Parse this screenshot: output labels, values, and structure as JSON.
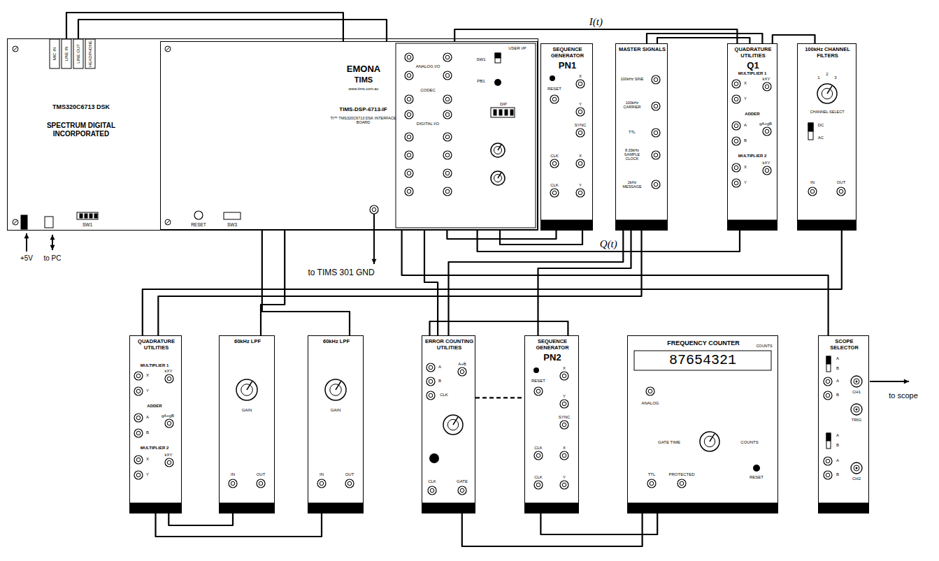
{
  "diagram": {
    "nodes": [
      {
        "text": [
          "TMS320C6713 DSK",
          "SPECTRUM DIGITAL INCORPORATED"
        ]
      },
      {
        "text": [
          "TIMS-DSP-6713-IF",
          "TI™ TMS320C6713 DSK INTERFACE BOARD"
        ],
        "in": 0
      },
      {
        "text": [
          "SEQUENCE GENERATOR",
          "PN1"
        ]
      },
      {
        "text": [
          "MASTER SIGNALS"
        ]
      },
      {
        "text": [
          "QUADRATURE UTILITIES",
          "Q1"
        ]
      },
      {
        "text": [
          "100kHz CHANNEL FILTERS"
        ]
      },
      {
        "text": [
          "QUADRATURE UTILITIES"
        ]
      },
      {
        "text": [
          "60kHz LPF"
        ]
      },
      {
        "text": [
          "60kHz LPF"
        ]
      },
      {
        "text": [
          "ERROR COUNTING UTILITIES"
        ]
      },
      {
        "text": [
          "SEQUENCE GENERATOR",
          "PN2"
        ]
      },
      {
        "text": [
          "FREQUENCY COUNTER"
        ]
      },
      {
        "text": [
          "SCOPE SELECTOR"
        ]
      }
    ],
    "edges": [
      {
        "from": 0,
        "to": 1,
        "arrow": "none"
      },
      {
        "from": 0,
        "to": 1,
        "arrow": "none"
      },
      {
        "from": 1,
        "to": 4,
        "label": "I(t)",
        "arrow": "none"
      },
      {
        "from": 1,
        "to": 4,
        "label": "Q(t)",
        "arrow": "none"
      },
      {
        "from": 1,
        "to": 2,
        "arrow": "none"
      },
      {
        "from": 2,
        "to": 1,
        "arrow": "none"
      },
      {
        "from": 3,
        "to": 4,
        "arrow": "none"
      },
      {
        "from": 3,
        "to": 4,
        "arrow": "none"
      },
      {
        "from": 4,
        "to": 5,
        "arrow": "none"
      },
      {
        "from": 5,
        "to": 6,
        "arrow": "none"
      },
      {
        "from": 3,
        "to": 6,
        "arrow": "none"
      },
      {
        "from": 6,
        "to": 7,
        "arrow": "none"
      },
      {
        "from": 6,
        "to": 8,
        "arrow": "none"
      },
      {
        "from": 7,
        "to": 1,
        "arrow": "none"
      },
      {
        "from": 8,
        "to": 1,
        "arrow": "none"
      },
      {
        "from": 1,
        "to": 9,
        "arrow": "none"
      },
      {
        "from": 10,
        "to": 9,
        "arrow": "none"
      },
      {
        "from": 9,
        "to": 10,
        "arrow": "none"
      },
      {
        "from": 3,
        "to": 10,
        "arrow": "none"
      },
      {
        "from": 3,
        "to": 9,
        "arrow": "none"
      },
      {
        "from": 9,
        "to": 11,
        "arrow": "none"
      },
      {
        "from": 10,
        "to": 11,
        "arrow": "none"
      },
      {
        "from": 1,
        "to": 12,
        "arrow": "none"
      }
    ],
    "labels": [
      "MIC IN",
      "LINE IN",
      "LINE OUT",
      "HEADPHONE",
      "SW1",
      "RESET",
      "SW3",
      "+5V",
      "to PC",
      "EMONA",
      "TIMS",
      "www.tims.com.au",
      "USER I/P",
      "ANALOG I/O",
      "CODEC",
      "DIGITAL I/O",
      "SW1",
      "PB1",
      "DIP",
      "to TIMS 301 GND",
      "RESET",
      "X",
      "Y",
      "SYNC",
      "CLK",
      "X",
      "CLK",
      "Y",
      "100kHz SINE",
      "100kHz CARRIER",
      "TTL",
      "8.33kHz SAMPLE CLOCK",
      "2kHz MESSAGE",
      "MULTIPLIER 1",
      "X",
      "Y",
      "kXY",
      "ADDER",
      "A",
      "B",
      "gA+gB",
      "MULTIPLIER 2",
      "X",
      "Y",
      "kXY",
      "1",
      "2",
      "3",
      "CHANNEL SELECT",
      "DC",
      "AC",
      "IN",
      "OUT",
      "MULTIPLIER 1",
      "X",
      "Y",
      "kXY",
      "ADDER",
      "A",
      "B",
      "gA+gB",
      "MULTIPLIER 2",
      "X",
      "Y",
      "kXY",
      "GAIN",
      "IN",
      "OUT",
      "GAIN",
      "IN",
      "OUT",
      "A",
      "B",
      "CLK",
      "A+B",
      "CLK",
      "GATE",
      "RESET",
      "X",
      "Y",
      "SYNC",
      "CLK",
      "X",
      "CLK",
      "Y",
      "87654321",
      "COUNTS",
      "ANALOG",
      "GATE TIME",
      "COUNTS",
      "TTL",
      "PROTECTED",
      "RESET",
      "A",
      "B",
      "A",
      "B",
      "CH1",
      "TRIG",
      "A",
      "B",
      "A",
      "B",
      "CH2",
      "to scope"
    ]
  }
}
